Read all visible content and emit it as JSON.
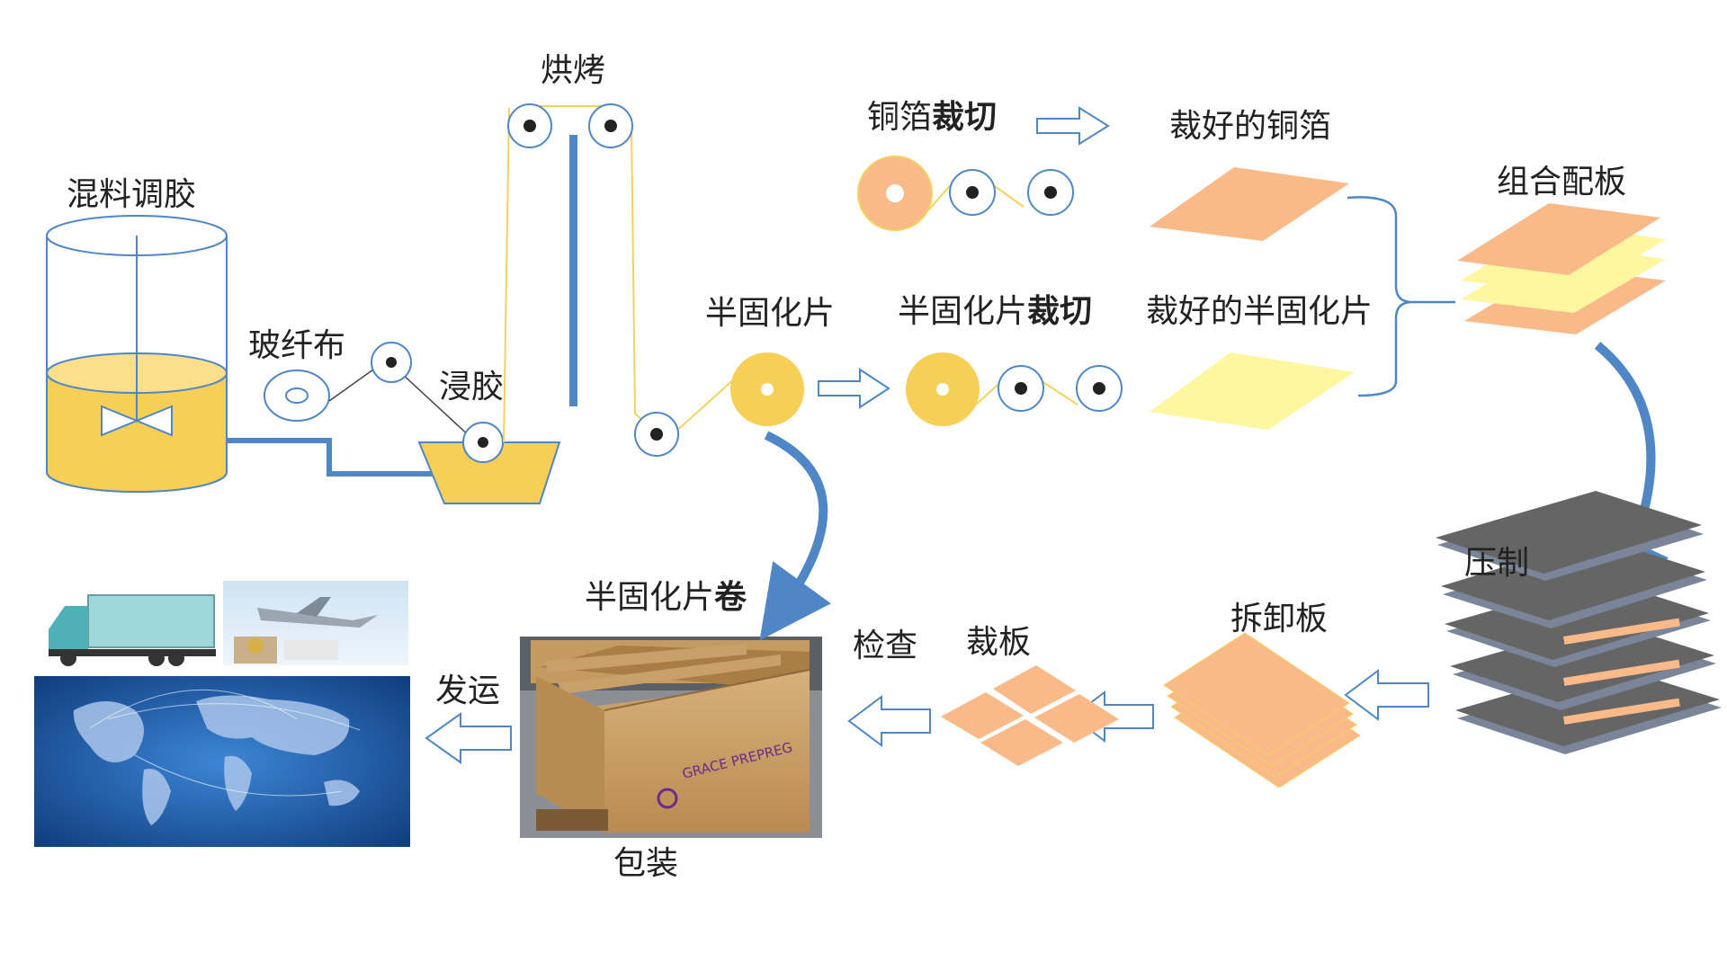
{
  "colors": {
    "resin_yellow": "#f7cf57",
    "light_yellow": "#fff6a0",
    "copper": "#f9b989",
    "pipe_blue": "#4f86c6",
    "line_yellow": "#f3d35e",
    "stack_gray": "#656565",
    "world_blue": "#1b56a0"
  },
  "labels": {
    "mixing": "混料调胶",
    "glass_cloth": "玻纤布",
    "impregnation": "浸胶",
    "baking": "烘烤",
    "prepreg": "半固化片",
    "copper_cut_a": "铜箔",
    "copper_cut_b": "裁切",
    "cut_copper": "裁好的铜箔",
    "prepreg_cut_a": "半固化片",
    "prepreg_cut_b": "裁切",
    "cut_prepreg": "裁好的半固化片",
    "layup": "组合配板",
    "press": "压制",
    "breakdown": "拆卸板",
    "trim": "裁板",
    "inspect": "检查",
    "roll_a": "半固化片",
    "roll_b": "卷",
    "packing": "包装",
    "shipping": "发运"
  },
  "icons": {
    "mixing_tank": "mixing-tank-icon",
    "glass_cloth_roll": "glass-cloth-roll-icon",
    "resin_bath": "resin-bath-icon",
    "truck": "truck-icon",
    "airplane": "airplane-icon",
    "world_map": "world-map-icon",
    "box": "cardboard-box-icon"
  },
  "box_print": "GRACE PREPREG"
}
